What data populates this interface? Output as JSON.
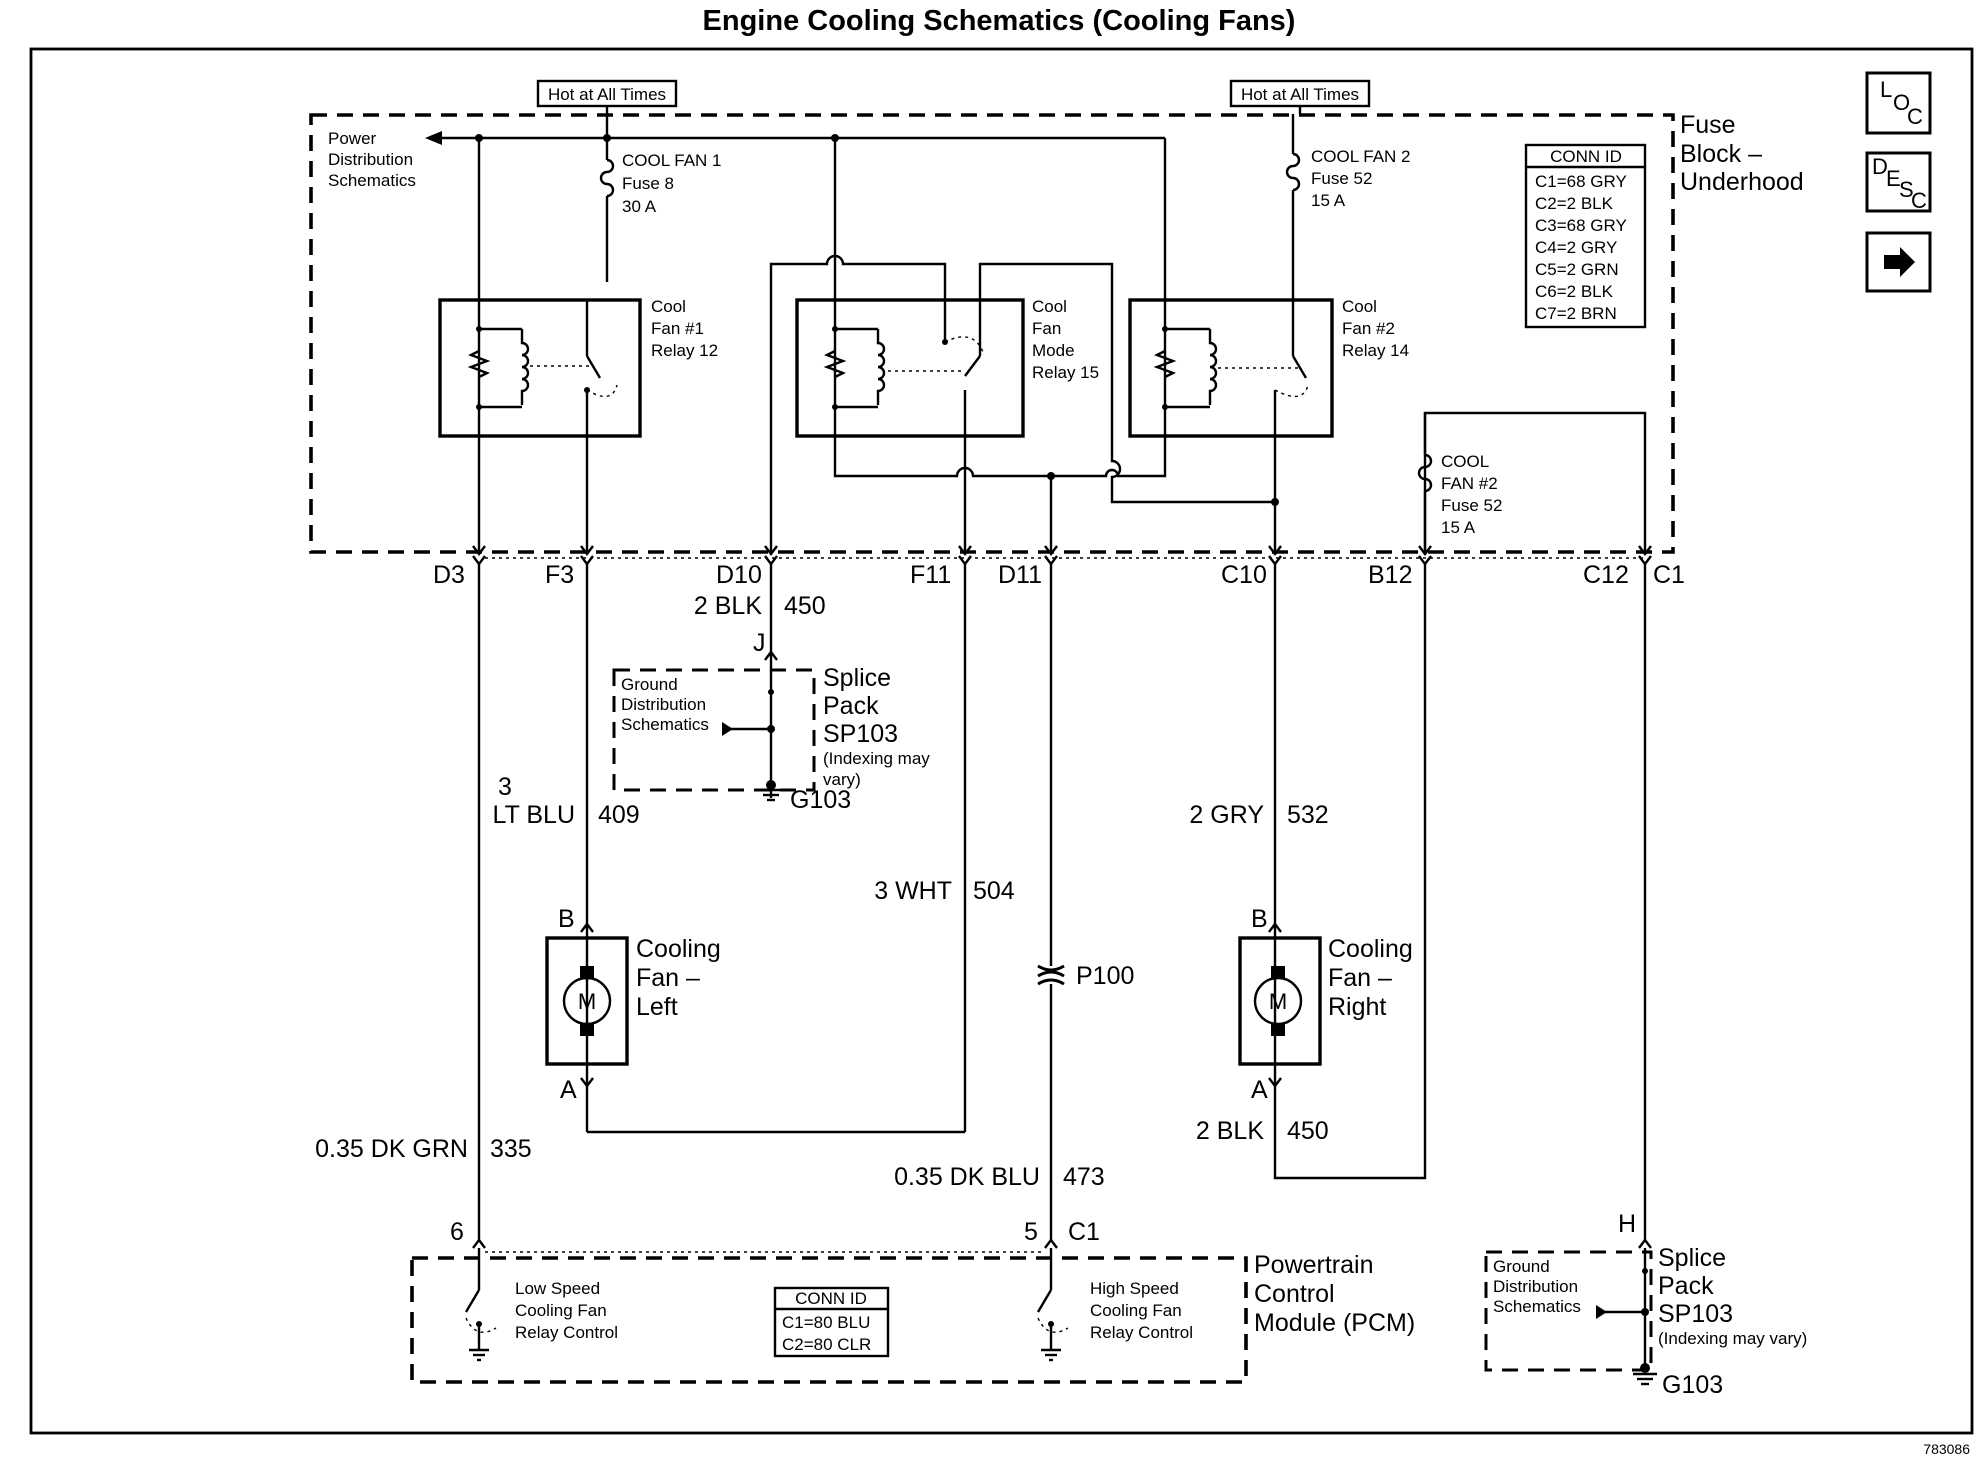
{
  "title": "Engine Cooling Schematics (Cooling Fans)",
  "hot_labels": [
    "Hot at All Times",
    "Hot at All Times"
  ],
  "fuse_block": {
    "line1": "Fuse",
    "line2": "Block –",
    "line3": "Underhood"
  },
  "power_dist": [
    "Power",
    "Distribution",
    "Schematics"
  ],
  "fuses": {
    "cool_fan1": [
      "COOL FAN 1",
      "Fuse 8",
      "30 A"
    ],
    "cool_fan2": [
      "COOL FAN 2",
      "Fuse 52",
      "15 A"
    ],
    "cool_fan2b": [
      "COOL",
      "FAN #2",
      "Fuse 52",
      "15 A"
    ]
  },
  "relays": {
    "relay1": [
      "Cool",
      "Fan #1",
      "Relay 12"
    ],
    "relay_mode": [
      "Cool",
      "Fan",
      "Mode",
      "Relay 15"
    ],
    "relay2": [
      "Cool",
      "Fan #2",
      "Relay 14"
    ]
  },
  "conn_id_fuse": {
    "header": "CONN ID",
    "rows": [
      "C1=68 GRY",
      "C2=2 BLK",
      "C3=68 GRY",
      "C4=2 GRY",
      "C5=2 GRN",
      "C6=2 BLK",
      "C7=2 BRN"
    ]
  },
  "nav": {
    "loc": [
      "L",
      "O",
      "C"
    ],
    "desc": [
      "D",
      "E",
      "S",
      "C"
    ],
    "arrow_icon": "right-arrow-icon"
  },
  "pins": [
    "D3",
    "F3",
    "D10",
    "F11",
    "D11",
    "C10",
    "B12",
    "C12",
    "C1"
  ],
  "wires": {
    "w450a": [
      "2 BLK",
      "450"
    ],
    "w409": [
      "3",
      "LT BLU",
      "409"
    ],
    "w504": [
      "3 WHT",
      "504"
    ],
    "w532": [
      "2 GRY",
      "532"
    ],
    "w450b": [
      "2 BLK",
      "450"
    ],
    "w335": [
      "0.35 DK GRN",
      "335"
    ],
    "w473": [
      "0.35 DK BLU",
      "473"
    ]
  },
  "splice_top": {
    "pin": "J",
    "title": [
      "Splice",
      "Pack",
      "SP103"
    ],
    "note": [
      "(Indexing may",
      "vary)"
    ],
    "ground_dist": [
      "Ground",
      "Distribution",
      "Schematics"
    ],
    "ground": "G103"
  },
  "splice_bottom": {
    "pin": "H",
    "title": [
      "Splice",
      "Pack",
      "SP103"
    ],
    "note": "(Indexing may vary)",
    "ground_dist": [
      "Ground",
      "Distribution",
      "Schematics"
    ],
    "ground": "G103"
  },
  "fan_left": {
    "pin_b": "B",
    "pin_a": "A",
    "motor": "M",
    "label": [
      "Cooling",
      "Fan –",
      "Left"
    ]
  },
  "fan_right": {
    "pin_b": "B",
    "pin_a": "A",
    "motor": "M",
    "label": [
      "Cooling",
      "Fan –",
      "Right"
    ]
  },
  "p100": "P100",
  "pcm": {
    "title": [
      "Powertrain",
      "Control",
      "Module (PCM)"
    ],
    "pin6": "6",
    "pin5": "5",
    "c1": "C1",
    "low": [
      "Low Speed",
      "Cooling Fan",
      "Relay Control"
    ],
    "high": [
      "High Speed",
      "Cooling Fan",
      "Relay Control"
    ],
    "conn_header": "CONN ID",
    "conn_rows": [
      "C1=80 BLU",
      "C2=80 CLR"
    ]
  },
  "figure_number": "783086"
}
